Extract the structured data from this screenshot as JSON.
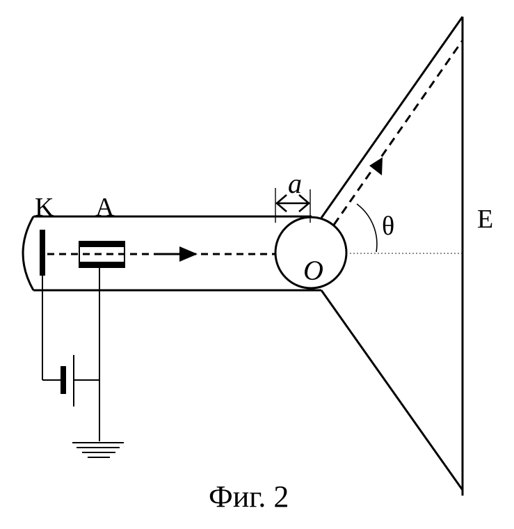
{
  "diagram": {
    "labels": {
      "cathode": "K",
      "anode": "A",
      "gap": "a",
      "angle": "θ",
      "screen": "E",
      "center": "O"
    },
    "caption": "Фиг. 2"
  },
  "colors": {
    "ink": "#000000",
    "background": "#ffffff",
    "axis_dots": "#666666"
  }
}
